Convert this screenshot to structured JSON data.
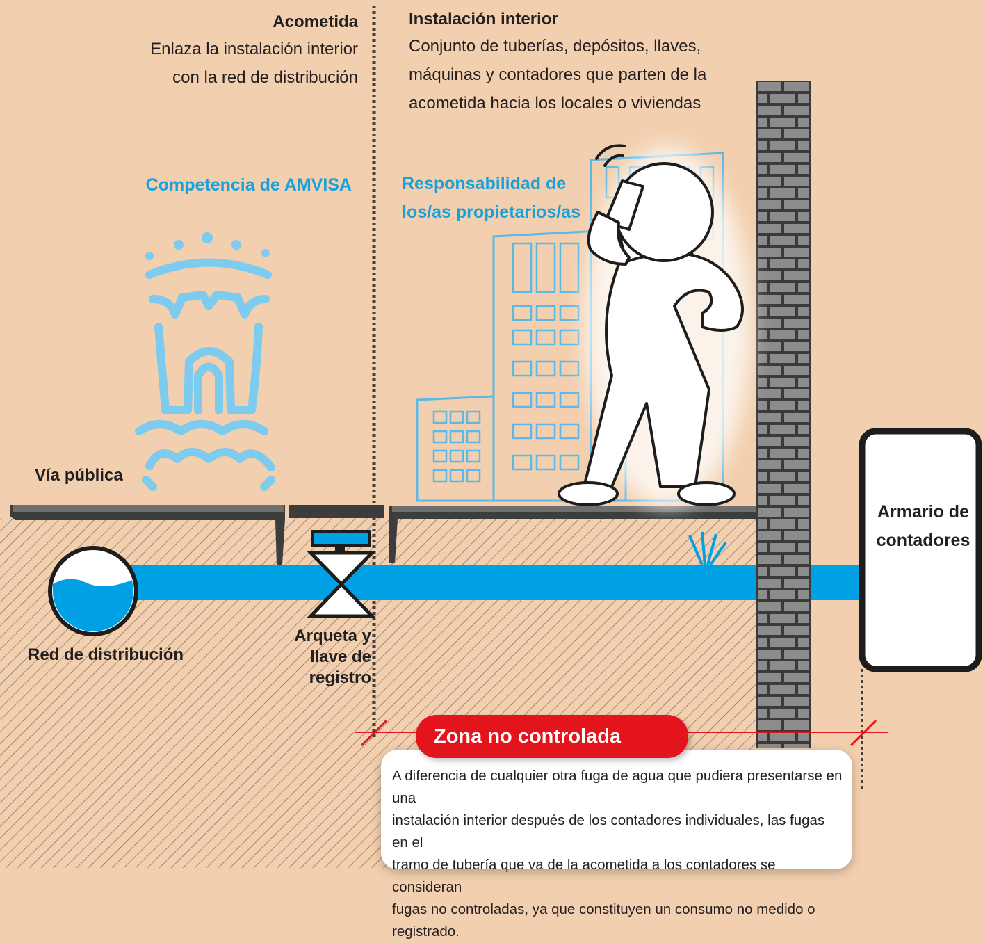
{
  "acometida": {
    "title": "Acometida",
    "lines": [
      "Enlaza la instalación interior",
      "con la red de distribución"
    ]
  },
  "instalacion_interior": {
    "title": "Instalación interior",
    "lines": [
      "Conjunto de tuberías, depósitos, llaves,",
      "máquinas y contadores que parten de la",
      "acometida hacia los locales o viviendas"
    ]
  },
  "competencia": "Competencia de AMVISA",
  "responsabilidad": [
    "Responsabilidad de",
    "los/as propietarios/as"
  ],
  "labels": {
    "via_publica": "Vía pública",
    "red_distribucion": "Red de distribución",
    "arqueta": [
      "Arqueta y",
      "llave de",
      "registro"
    ],
    "armario": [
      "Armario de",
      "contadores"
    ]
  },
  "zona": {
    "title": "Zona no controlada",
    "text": [
      "A diferencia de cualquier otra fuga de agua que pudiera presentarse en una",
      "instalación interior después de los contadores individuales, las fugas en el",
      "tramo de tubería que va de la acometida a los contadores se consideran",
      "fugas no controladas, ya que constituyen un consumo no medido o registrado."
    ]
  },
  "colors": {
    "background": "#f2cfae",
    "water_blue": "#00a1e4",
    "accent_blue": "#1aa1dc",
    "zone_red": "#e3141b",
    "brick": "#8c8c8c"
  }
}
